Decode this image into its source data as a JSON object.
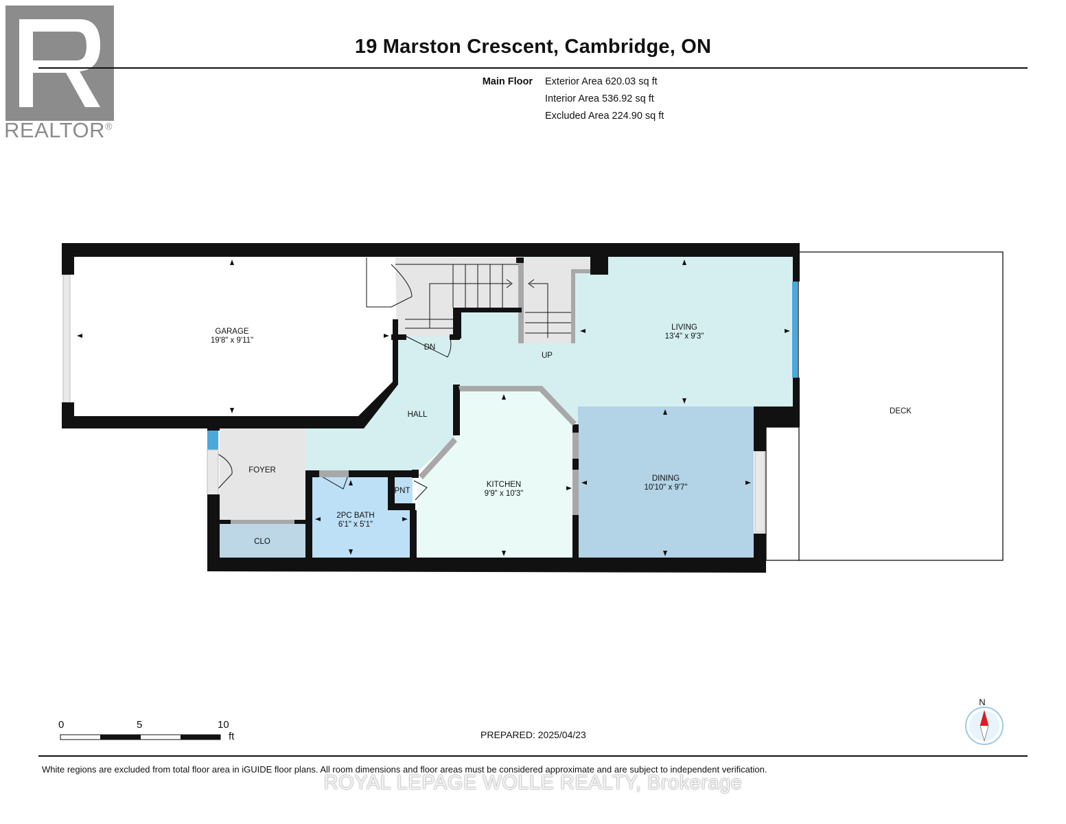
{
  "logo": {
    "text": "REALTOR",
    "mark": "®"
  },
  "title": "19 Marston Crescent, Cambridge, ON",
  "areas": {
    "floor": "Main Floor",
    "exterior": "Exterior Area 620.03 sq ft",
    "interior": "Interior Area 536.92 sq ft",
    "excluded": "Excluded Area 224.90 sq ft"
  },
  "rooms": {
    "garage": {
      "name": "GARAGE",
      "dims": "19'8\" x 9'11\""
    },
    "living": {
      "name": "LIVING",
      "dims": "13'4\" x 9'3\""
    },
    "hall": {
      "name": "HALL"
    },
    "foyer": {
      "name": "FOYER"
    },
    "clo": {
      "name": "CLO"
    },
    "bath": {
      "name": "2PC BATH",
      "dims": "6'1\" x 5'1\""
    },
    "pnt": {
      "name": "PNT"
    },
    "kitchen": {
      "name": "KITCHEN",
      "dims": "9'9\" x 10'3\""
    },
    "dining": {
      "name": "DINING",
      "dims": "10'10\" x 9'7\""
    },
    "deck": {
      "name": "DECK"
    },
    "stairs_down": "DN",
    "stairs_up": "UP"
  },
  "colors": {
    "hall_living": "#d5eff0",
    "kitchen": "#eafaf7",
    "dining": "#b3d3e6",
    "bath": "#bde0f6",
    "foyer": "#e6e6e6",
    "clo": "#bdd7e7",
    "wall": "#111111",
    "window": "#4aa8dc"
  },
  "scale": {
    "labels": [
      "0",
      "5",
      "10"
    ],
    "unit": "ft"
  },
  "prepared": "PREPARED: 2025/04/23",
  "compass": "N",
  "disclaimer": "White regions are excluded from total floor area in iGUIDE floor plans. All room dimensions and floor areas must be considered approximate and are subject to independent verification.",
  "watermark": "ROYAL LEPAGE WOLLE REALTY, Brokerage"
}
